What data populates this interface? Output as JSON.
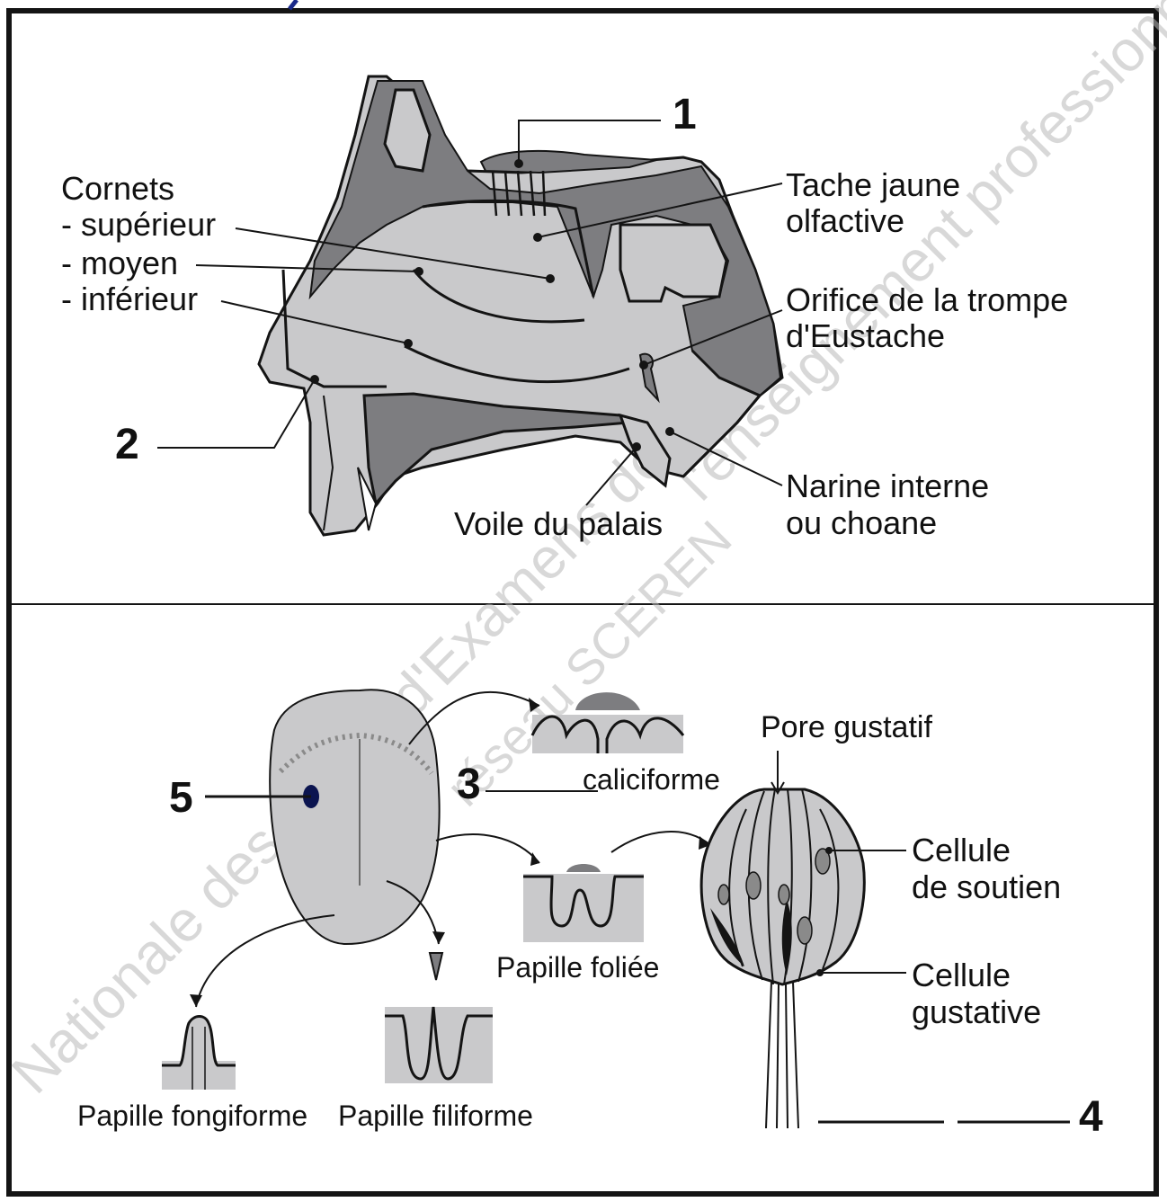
{
  "watermark": {
    "text_1": "Nationale des sujets d'Examens de",
    "text_2": "l'enseignement professionnel",
    "text_3": "réseau SCEREN"
  },
  "nose": {
    "label_1": "1",
    "label_2": "2",
    "cornets_title": "Cornets",
    "cornet_superieur": "- supérieur",
    "cornet_moyen": "- moyen",
    "cornet_inferieur": "- inférieur",
    "tache_line1": "Tache jaune",
    "tache_line2": "olfactive",
    "orifice_line1": "Orifice de la trompe",
    "orifice_line2": "d'Eustache",
    "narine_line1": "Narine interne",
    "narine_line2": "ou choane",
    "voile": "Voile du palais"
  },
  "tongue": {
    "label_3": "3",
    "label_4": "4",
    "label_5": "5",
    "caliciforme": "caliciforme",
    "pore": "Pore gustatif",
    "foliee": "Papille foliée",
    "fongiforme": "Papille fongiforme",
    "filiforme": "Papille filiforme",
    "soutien_line1": "Cellule",
    "soutien_line2": "de soutien",
    "gustative_line1": "Cellule",
    "gustative_line2": "gustative"
  },
  "colors": {
    "light_tissue": "#c9c9cb",
    "dark_tissue": "#7d7d80",
    "outline": "#141414",
    "marker_5": "#0b1450"
  }
}
